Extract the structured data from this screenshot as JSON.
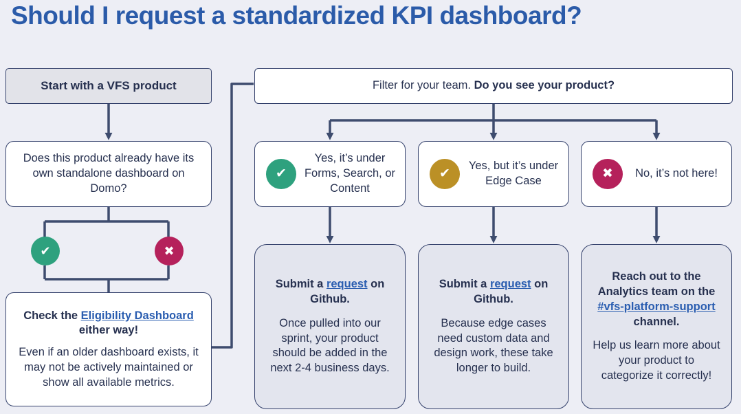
{
  "title": "Should I request a standardized KPI dashboard?",
  "colors": {
    "background": "#edeef5",
    "title": "#2b5ba9",
    "connector": "#3e4c6e",
    "box_border": "#33406b",
    "grey_fill": "#e3e5ee",
    "green": "#2ea17e",
    "gold": "#bb9026",
    "crimson": "#b5215b",
    "link": "#2a5db0",
    "text": "#26304f"
  },
  "icons": {
    "check": "✔",
    "x": "✖"
  },
  "left": {
    "start_label": "Start with a VFS product",
    "domo_question": "Does this product already have its own standalone dashboard on Domo?",
    "check": {
      "bold_prefix": "Check the ",
      "link": "Eligibility Dashboard",
      "bold_suffix": " either way!",
      "body": "Even if an older dashboard exists, it may not be actively maintained or show all available metrics."
    }
  },
  "filter": {
    "normal": "Filter for your team. ",
    "bold": "Do you see your product?"
  },
  "options": [
    {
      "icon": "check",
      "color": "green",
      "label": "Yes, it’s under Forms, Search, or Content"
    },
    {
      "icon": "check",
      "color": "gold",
      "label": "Yes, but it’s under Edge Case"
    },
    {
      "icon": "x",
      "color": "crimson",
      "label": "No, it’s not here!"
    }
  ],
  "results": [
    {
      "heading_prefix": "Submit a ",
      "heading_link": "request",
      "heading_suffix": " on Github.",
      "body": "Once pulled into our sprint, your product should be added in the next 2-4 business days."
    },
    {
      "heading_prefix": "Submit a ",
      "heading_link": "request",
      "heading_suffix": " on Github.",
      "body": "Because edge cases need custom data and design work, these take longer to build."
    },
    {
      "heading_prefix": "Reach out to the Analytics team on the ",
      "heading_link": "#vfs-platform-support",
      "heading_suffix": " channel.",
      "body": "Help us  learn more about your product to categorize it correctly!"
    }
  ]
}
